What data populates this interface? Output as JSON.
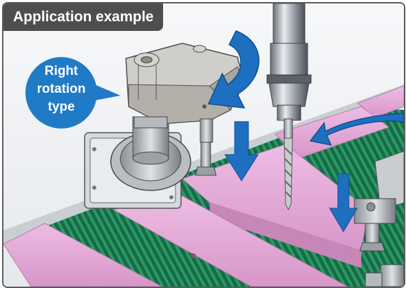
{
  "header": {
    "title": "Application example"
  },
  "callout": {
    "line1": "Right",
    "line2": "rotation",
    "line3": "type"
  },
  "colors": {
    "badge_blue": "#1f7bc6",
    "arrow_blue": "#1e6fc0",
    "workpiece_pink": "#e2a6d4",
    "conveyor_green": "#1c7a52",
    "tab_gray": "#4e4e4e"
  },
  "icons": [
    "rotation-arrow-icon",
    "down-arrow-icon"
  ]
}
